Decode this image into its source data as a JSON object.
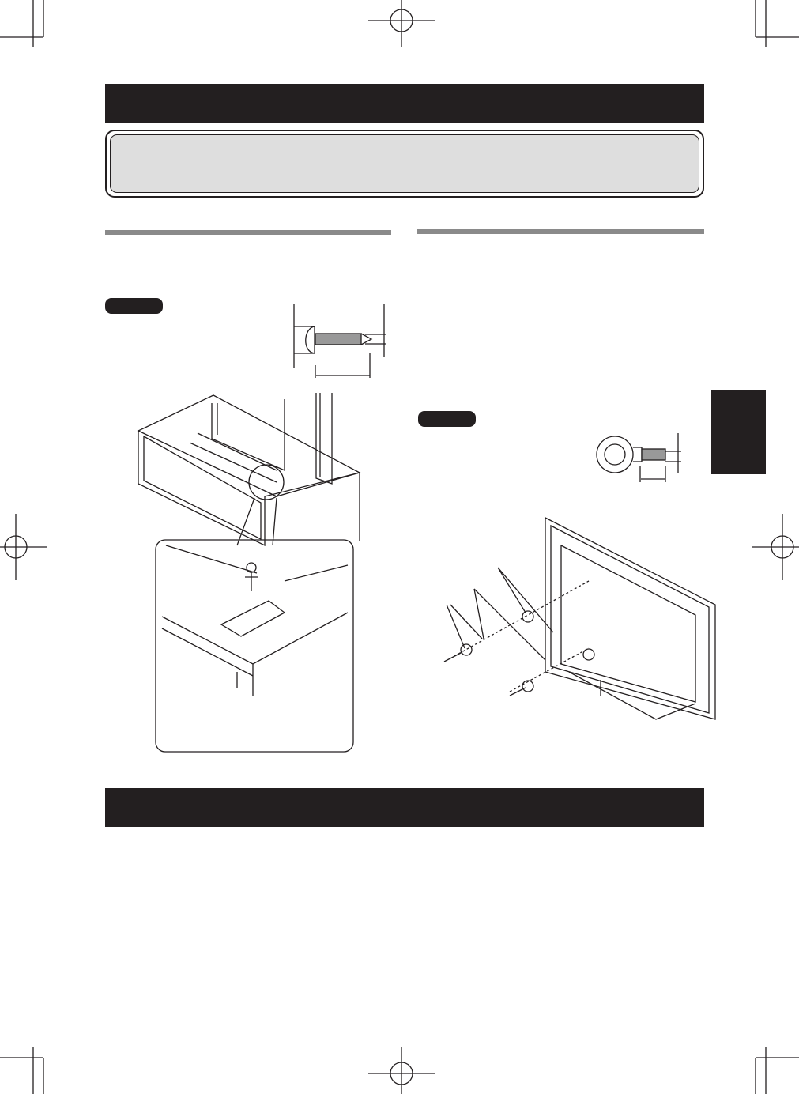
{
  "page": {
    "colors": {
      "header_bar": "#231f20",
      "subtitle_box": "#dedede",
      "section_rule": "#8a8a8a"
    },
    "icons": [
      "registration-mark-icon",
      "crop-mark-icon",
      "screw-diagram",
      "eye-bolt-diagram",
      "stand-fixing-illustration",
      "wall-fixing-illustration"
    ]
  }
}
